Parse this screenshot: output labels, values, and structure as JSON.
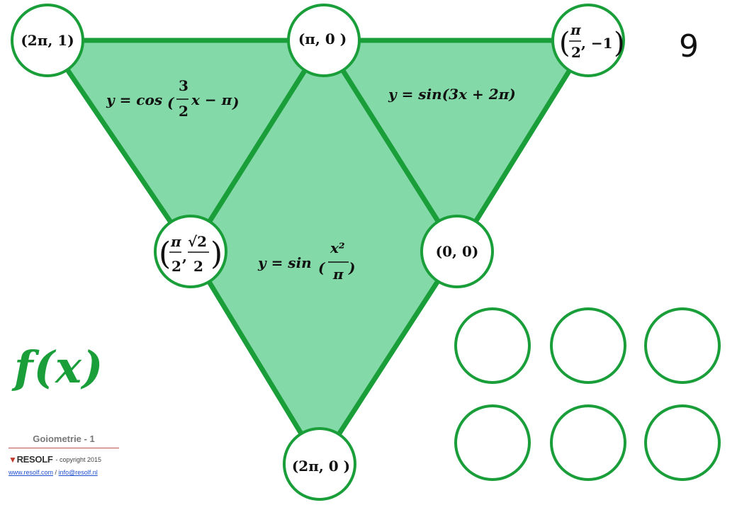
{
  "page_number": "9",
  "fx_logo": "f(x)",
  "footer": {
    "subject": "Goiometrie - 1",
    "brand": "RESOLF",
    "copyright": "-  copyright 2015",
    "website": "www.resolf.com",
    "separator": "/",
    "email": "info@resolf.nl"
  },
  "colors": {
    "triangle_fill": "#84d9a8",
    "line_green": "#1a9e3a",
    "accent": "#1a9e3a"
  },
  "nodes": {
    "top_left": "(2π, 1)",
    "top_middle": "(π, 0 )",
    "top_right_num": "π",
    "top_right_den": "2",
    "top_right_rest": ", −1",
    "middle_left_frac1_num": "π",
    "middle_left_frac1_den": "2",
    "middle_left_frac2_num": "√2",
    "middle_left_frac2_den": "2",
    "middle_right": "(0, 0)",
    "bottom": "(2π, 0 )"
  },
  "formulas": {
    "left_prefix": "y = cos",
    "left_num": "3",
    "left_den": "2",
    "left_suffix": "x − π",
    "right": "y = sin(3x + 2π)",
    "center_prefix": "y = sin",
    "center_num": "x²",
    "center_den": "π"
  },
  "answer_slots": [
    "",
    "",
    "",
    "",
    "",
    ""
  ]
}
